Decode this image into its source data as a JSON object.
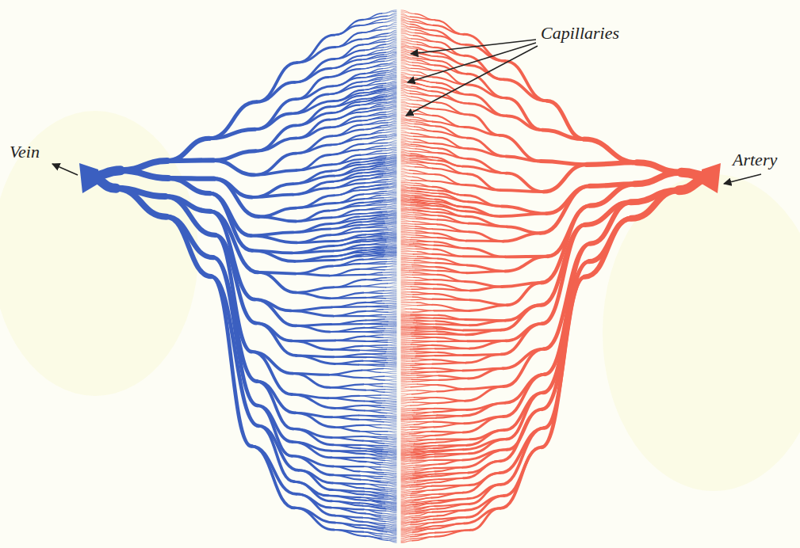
{
  "diagram": {
    "labels": [
      "Capillaries",
      "Vein",
      "Artery"
    ]
  }
}
